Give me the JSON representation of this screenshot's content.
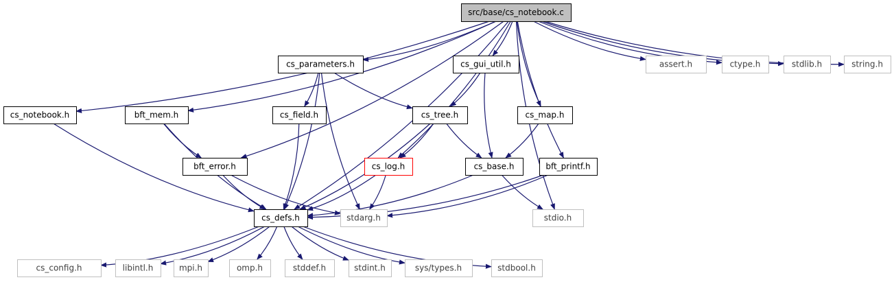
{
  "graph": {
    "root": "src/base/cs_notebook.c",
    "nodes": [
      {
        "id": "root",
        "label": "src/base/cs_notebook.c",
        "style": "root"
      },
      {
        "id": "nb_h",
        "label": "cs_notebook.h",
        "style": "normal"
      },
      {
        "id": "bft_mem",
        "label": "bft_mem.h",
        "style": "normal"
      },
      {
        "id": "cs_params",
        "label": "cs_parameters.h",
        "style": "normal"
      },
      {
        "id": "gui_util",
        "label": "cs_gui_util.h",
        "style": "normal"
      },
      {
        "id": "cs_field",
        "label": "cs_field.h",
        "style": "normal"
      },
      {
        "id": "cs_tree",
        "label": "cs_tree.h",
        "style": "normal"
      },
      {
        "id": "cs_map",
        "label": "cs_map.h",
        "style": "normal"
      },
      {
        "id": "bft_error",
        "label": "bft_error.h",
        "style": "normal"
      },
      {
        "id": "cs_log",
        "label": "cs_log.h",
        "style": "red"
      },
      {
        "id": "cs_base",
        "label": "cs_base.h",
        "style": "normal"
      },
      {
        "id": "bft_printf",
        "label": "bft_printf.h",
        "style": "normal"
      },
      {
        "id": "cs_defs",
        "label": "cs_defs.h",
        "style": "normal"
      },
      {
        "id": "stdarg",
        "label": "stdarg.h",
        "style": "gray"
      },
      {
        "id": "stdio",
        "label": "stdio.h",
        "style": "gray"
      },
      {
        "id": "assert",
        "label": "assert.h",
        "style": "gray"
      },
      {
        "id": "ctype",
        "label": "ctype.h",
        "style": "gray"
      },
      {
        "id": "stdlib",
        "label": "stdlib.h",
        "style": "gray"
      },
      {
        "id": "string",
        "label": "string.h",
        "style": "gray"
      },
      {
        "id": "cs_config",
        "label": "cs_config.h",
        "style": "gray"
      },
      {
        "id": "libintl",
        "label": "libintl.h",
        "style": "gray"
      },
      {
        "id": "mpi",
        "label": "mpi.h",
        "style": "gray"
      },
      {
        "id": "omp",
        "label": "omp.h",
        "style": "gray"
      },
      {
        "id": "stddef",
        "label": "stddef.h",
        "style": "gray"
      },
      {
        "id": "stdint",
        "label": "stdint.h",
        "style": "gray"
      },
      {
        "id": "systypes",
        "label": "sys/types.h",
        "style": "gray"
      },
      {
        "id": "stdbool",
        "label": "stdbool.h",
        "style": "gray"
      }
    ],
    "edges": [
      [
        "root",
        "nb_h"
      ],
      [
        "root",
        "cs_defs"
      ],
      [
        "root",
        "bft_mem"
      ],
      [
        "root",
        "bft_error"
      ],
      [
        "root",
        "cs_params"
      ],
      [
        "root",
        "cs_log"
      ],
      [
        "root",
        "gui_util"
      ],
      [
        "root",
        "cs_map"
      ],
      [
        "root",
        "bft_printf"
      ],
      [
        "root",
        "stdio"
      ],
      [
        "root",
        "assert"
      ],
      [
        "root",
        "ctype"
      ],
      [
        "root",
        "stdlib"
      ],
      [
        "root",
        "string"
      ],
      [
        "nb_h",
        "cs_defs"
      ],
      [
        "bft_mem",
        "bft_error"
      ],
      [
        "bft_mem",
        "cs_defs"
      ],
      [
        "cs_params",
        "cs_defs"
      ],
      [
        "cs_params",
        "cs_field"
      ],
      [
        "cs_params",
        "cs_tree"
      ],
      [
        "cs_params",
        "stdarg"
      ],
      [
        "gui_util",
        "cs_tree"
      ],
      [
        "gui_util",
        "cs_base"
      ],
      [
        "cs_field",
        "cs_defs"
      ],
      [
        "cs_tree",
        "cs_log"
      ],
      [
        "cs_tree",
        "cs_base"
      ],
      [
        "cs_tree",
        "cs_defs"
      ],
      [
        "cs_map",
        "cs_base"
      ],
      [
        "bft_error",
        "cs_defs"
      ],
      [
        "bft_error",
        "stdarg"
      ],
      [
        "cs_log",
        "cs_defs"
      ],
      [
        "cs_log",
        "stdarg"
      ],
      [
        "cs_base",
        "cs_defs"
      ],
      [
        "cs_base",
        "stdio"
      ],
      [
        "bft_printf",
        "cs_defs"
      ],
      [
        "bft_printf",
        "stdarg"
      ],
      [
        "cs_defs",
        "cs_config"
      ],
      [
        "cs_defs",
        "libintl"
      ],
      [
        "cs_defs",
        "mpi"
      ],
      [
        "cs_defs",
        "omp"
      ],
      [
        "cs_defs",
        "stddef"
      ],
      [
        "cs_defs",
        "stdint"
      ],
      [
        "cs_defs",
        "systypes"
      ],
      [
        "cs_defs",
        "stdbool"
      ]
    ]
  },
  "colors": {
    "edge": "#191970",
    "normal_border": "#000000",
    "root_fill": "#bfbfbf",
    "gray_border": "#bfbfbf",
    "gray_text": "#404040",
    "red_border": "#ff0000"
  }
}
